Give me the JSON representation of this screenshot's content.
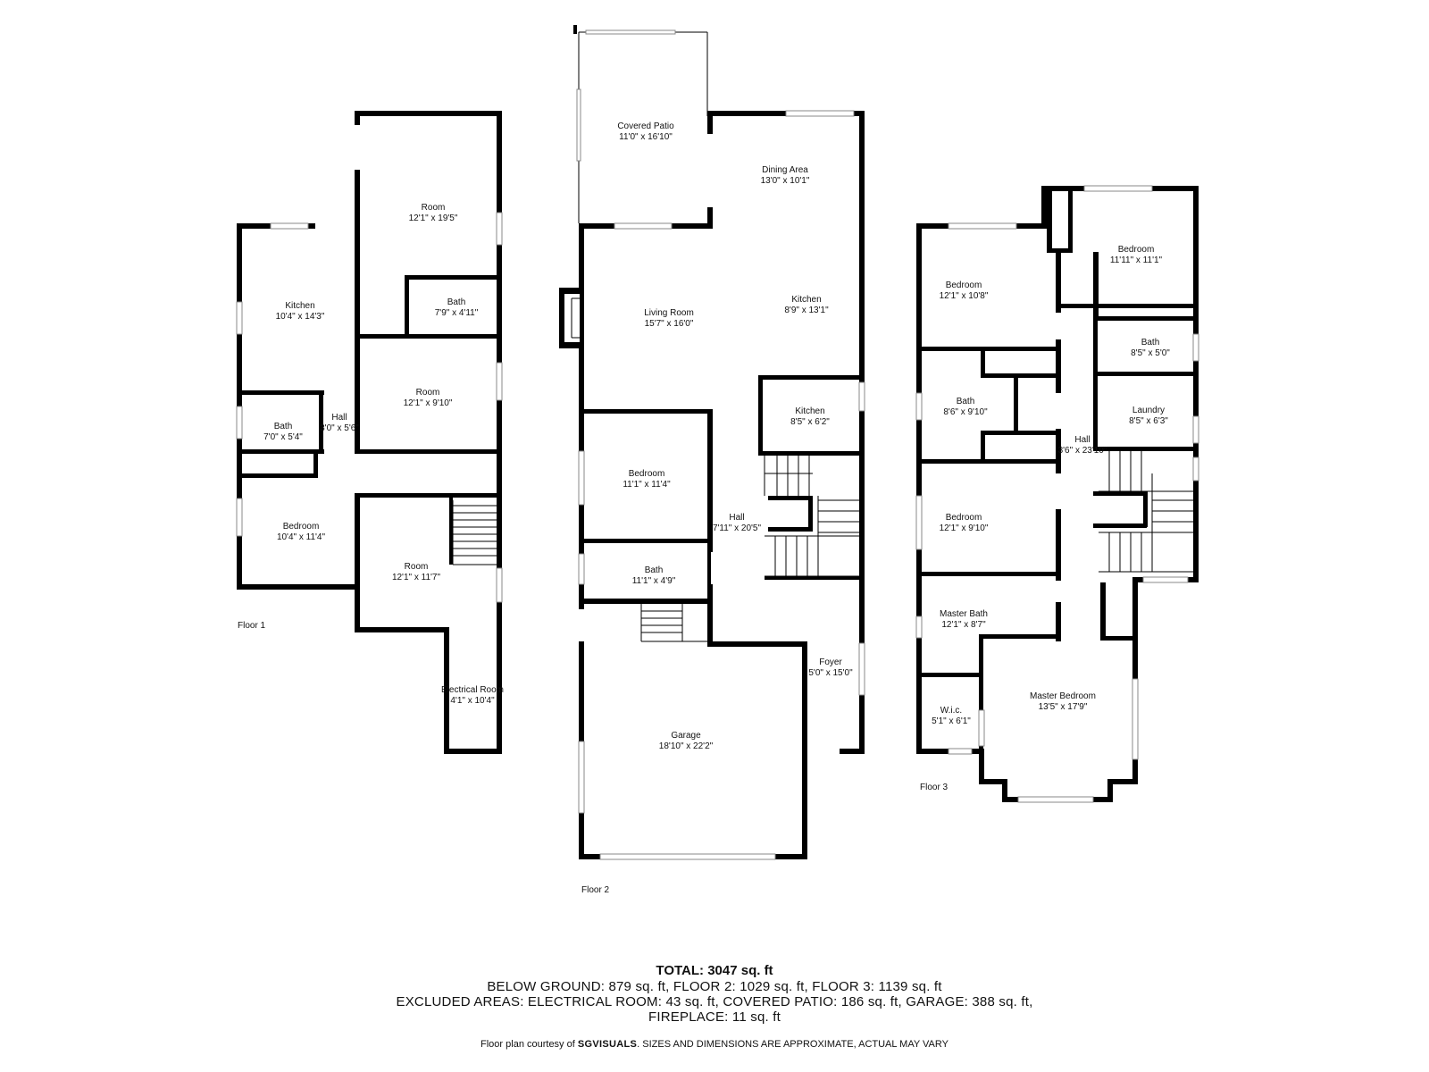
{
  "floors": [
    {
      "label": "Floor 1",
      "rooms": [
        {
          "name": "Kitchen",
          "dims": "10'4\" x 14'3\""
        },
        {
          "name": "Bath",
          "dims": "7'0\" x 5'4\""
        },
        {
          "name": "Hall",
          "dims": "3'0\" x 5'6\""
        },
        {
          "name": "Bedroom",
          "dims": "10'4\" x 11'4\""
        },
        {
          "name": "Room",
          "dims": "12'1\" x 19'5\""
        },
        {
          "name": "Bath",
          "dims": "7'9\" x 4'11\""
        },
        {
          "name": "Room",
          "dims": "12'1\" x 9'10\""
        },
        {
          "name": "Room",
          "dims": "12'1\" x 11'7\""
        },
        {
          "name": "Electrical Room",
          "dims": "4'1\" x 10'4\""
        }
      ]
    },
    {
      "label": "Floor 2",
      "rooms": [
        {
          "name": "Covered Patio",
          "dims": "11'0\" x 16'10\""
        },
        {
          "name": "Dining Area",
          "dims": "13'0\" x 10'1\""
        },
        {
          "name": "Living Room",
          "dims": "15'7\" x 16'0\""
        },
        {
          "name": "Kitchen",
          "dims": "8'9\" x 13'1\""
        },
        {
          "name": "Kitchen",
          "dims": "8'5\" x 6'2\""
        },
        {
          "name": "Bedroom",
          "dims": "11'1\" x 11'4\""
        },
        {
          "name": "Hall",
          "dims": "7'11\" x 20'5\""
        },
        {
          "name": "Bath",
          "dims": "11'1\" x 4'9\""
        },
        {
          "name": "Foyer",
          "dims": "5'0\" x 15'0\""
        },
        {
          "name": "Garage",
          "dims": "18'10\" x 22'2\""
        }
      ]
    },
    {
      "label": "Floor 3",
      "rooms": [
        {
          "name": "Bedroom",
          "dims": "12'1\" x 10'8\""
        },
        {
          "name": "Bedroom",
          "dims": "11'11\" x 11'1\""
        },
        {
          "name": "Bath",
          "dims": "8'5\" x 5'0\""
        },
        {
          "name": "Bath",
          "dims": "8'6\" x 9'10\""
        },
        {
          "name": "Laundry",
          "dims": "8'5\" x 6'3\""
        },
        {
          "name": "Hall",
          "dims": "3'6\" x 23'10\""
        },
        {
          "name": "Bedroom",
          "dims": "12'1\" x 9'10\""
        },
        {
          "name": "Master Bath",
          "dims": "12'1\" x 8'7\""
        },
        {
          "name": "Master Bedroom",
          "dims": "13'5\" x 17'9\""
        },
        {
          "name": "W.i.c.",
          "dims": "5'1\" x 6'1\""
        }
      ]
    }
  ],
  "summary": {
    "total": "TOTAL: 3047 sq. ft",
    "line1": "BELOW GROUND: 879 sq. ft, FLOOR 2: 1029 sq. ft, FLOOR 3: 1139 sq. ft",
    "line2": "EXCLUDED AREAS: ELECTRICAL ROOM: 43 sq. ft, COVERED PATIO: 186 sq. ft, GARAGE: 388 sq. ft,",
    "line3": "FIREPLACE: 11 sq. ft"
  },
  "credit": {
    "prefix": "Floor plan courtesy of ",
    "brand": "SGVISUALS",
    "suffix": ". SIZES AND DIMENSIONS ARE APPROXIMATE, ACTUAL MAY VARY"
  },
  "colors": {
    "wall": "#000000",
    "background": "#ffffff"
  }
}
